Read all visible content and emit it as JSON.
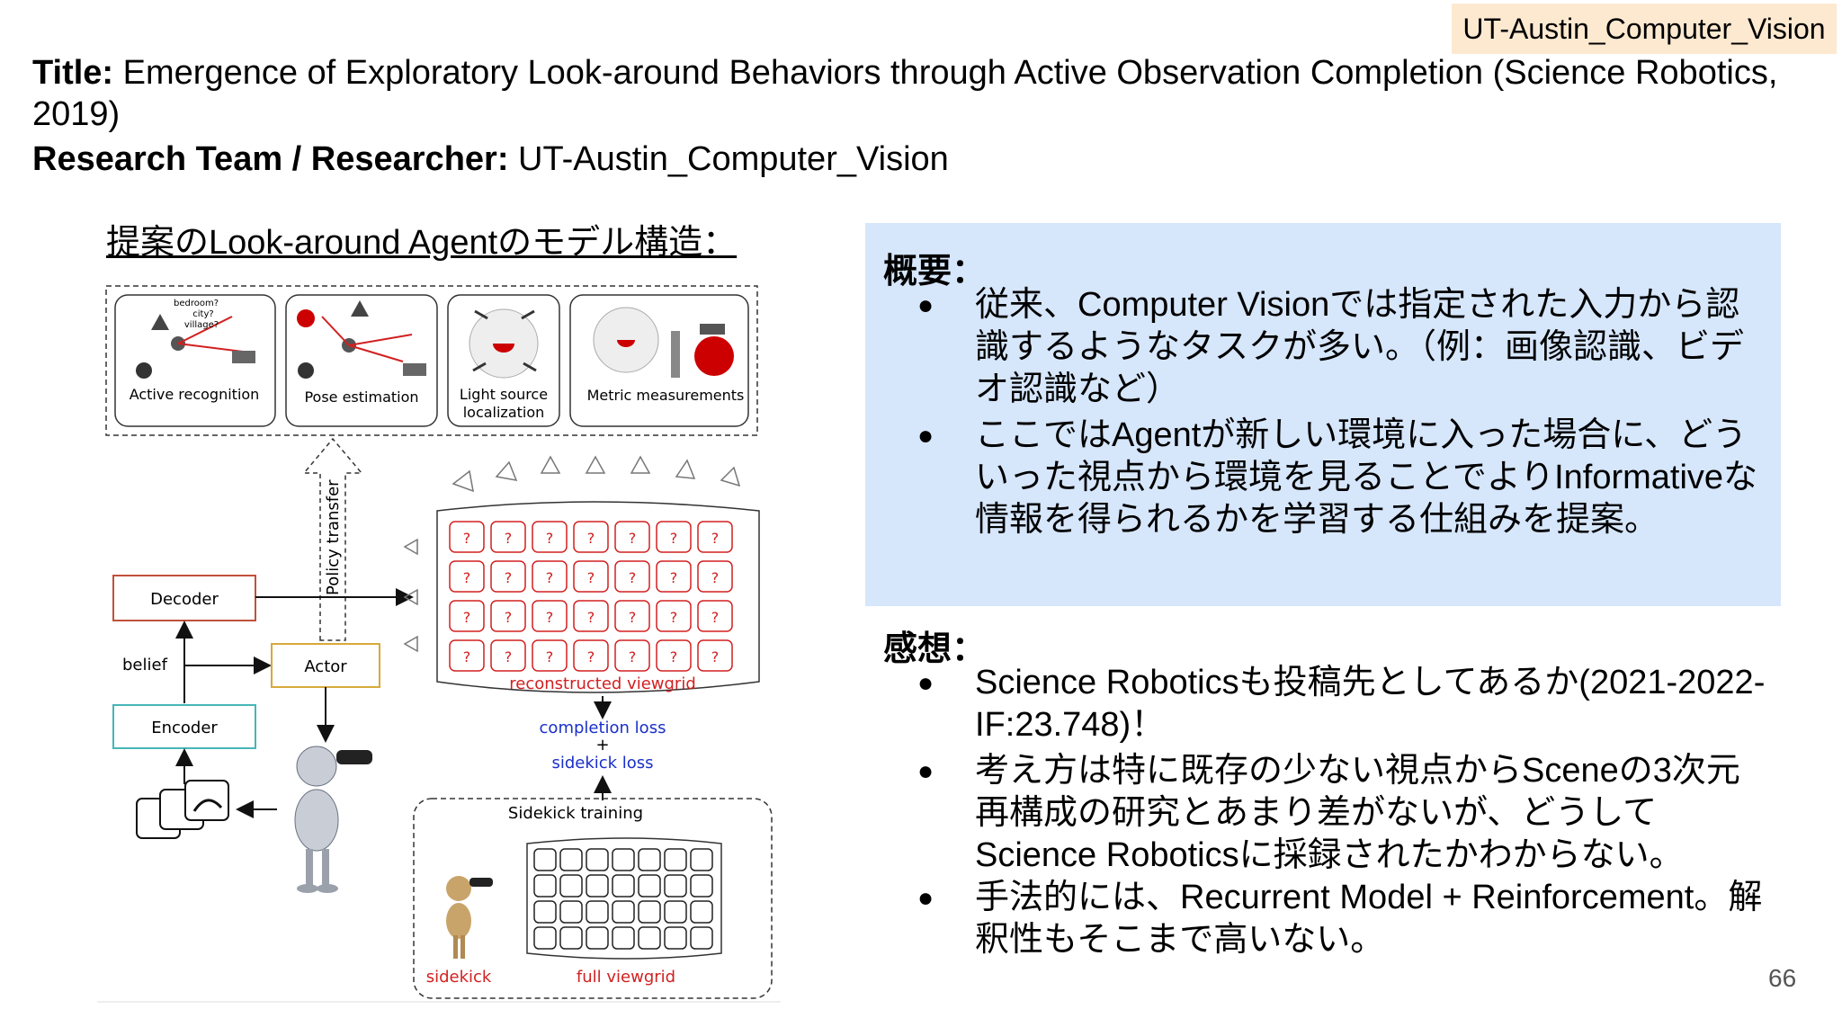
{
  "header": {
    "tag": "UT-Austin_Computer_Vision",
    "title_label": "Title:",
    "title_text": " Emergence of Exploratory Look-around Behaviors through Active Observation Completion (Science Robotics, 2019)",
    "team_label": "Research Team / Researcher:",
    "team_text": " UT-Austin_Computer_Vision"
  },
  "figure": {
    "title": "提案のLook-around Agentのモデル構造：",
    "tasks": [
      "Active recognition",
      "Pose estimation",
      "Light source",
      "localization",
      "Metric measurements"
    ],
    "task_small_labels": [
      "bedroom?",
      "city?",
      "village?"
    ],
    "policy_transfer": "Policy transfer",
    "decoder": "Decoder",
    "belief": "belief",
    "actor": "Actor",
    "encoder": "Encoder",
    "reconstructed_viewgrid": "reconstructed viewgrid",
    "completion_loss": "completion loss",
    "plus": "+",
    "sidekick_loss": "sidekick loss",
    "sidekick_training": "Sidekick training",
    "sidekick": "sidekick",
    "full_viewgrid": "full viewgrid",
    "q": "?"
  },
  "summary": {
    "title": "概要：",
    "bullets": [
      "従来、Computer Visionでは指定された入力から認識するようなタスクが多い。（例：画像認識、ビデオ認識など）",
      "ここではAgentが新しい環境に入った場合に、どういった視点から環境を見ることでよりInformativeな情報を得られるかを学習する仕組みを提案。"
    ]
  },
  "impressions": {
    "title": "感想：",
    "bullets": [
      "Science Roboticsも投稿先としてあるか(2021-2022-IF:23.748)！",
      "考え方は特に既存の少ない視点からSceneの3次元再構成の研究とあまり差がないが、どうしてScience Roboticsに採録されたかわからない。",
      "手法的には、Recurrent Model + Reinforcement。解釈性もそこまで高いない。"
    ]
  },
  "bullet_char": "●",
  "page_number": "66",
  "colors": {
    "tag_bg": "#fde9d0",
    "summary_bg": "#d6e6fb",
    "red": "#d22020",
    "blue": "#1a2fc9"
  }
}
